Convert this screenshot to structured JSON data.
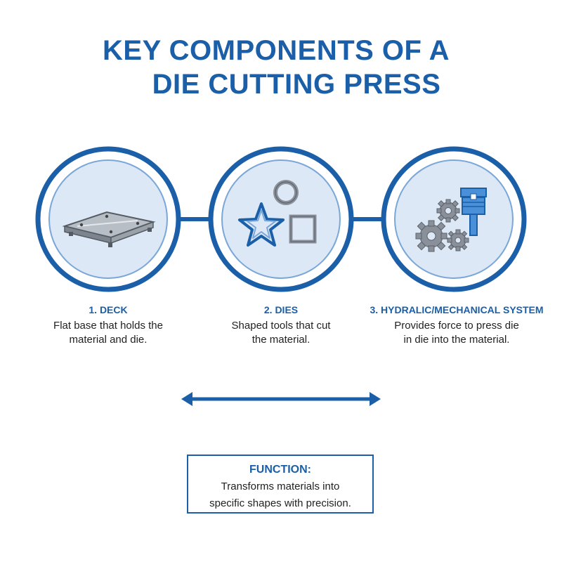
{
  "title": {
    "line1": "KEY COMPONENTS OF A",
    "line2": "DIE CUTTING PRESS"
  },
  "components": [
    {
      "heading": "1. DECK",
      "desc_line1": "Flat base that holds the",
      "desc_line2": "material and die.",
      "icon": "deck-plate-icon"
    },
    {
      "heading": "2. DIES",
      "desc_line1": "Shaped tools that cut",
      "desc_line2": "the material.",
      "icon": "die-shapes-icon"
    },
    {
      "heading": "3. HYDRALIC/MECHANICAL SYSTEM",
      "desc_line1": "Provides force to press die",
      "desc_line2": "in die into the material.",
      "icon": "gears-piston-icon"
    }
  ],
  "function_box": {
    "heading": "FUNCTION:",
    "desc_line1": "Transforms materials into",
    "desc_line2": "specific shapes with precision."
  },
  "colors": {
    "primary": "#1a5fa8",
    "circle_fill": "#dce8f6",
    "icon_gray": "#8a9099",
    "icon_blue": "#4a90d9"
  },
  "arrow": "double-headed-arrow-icon"
}
